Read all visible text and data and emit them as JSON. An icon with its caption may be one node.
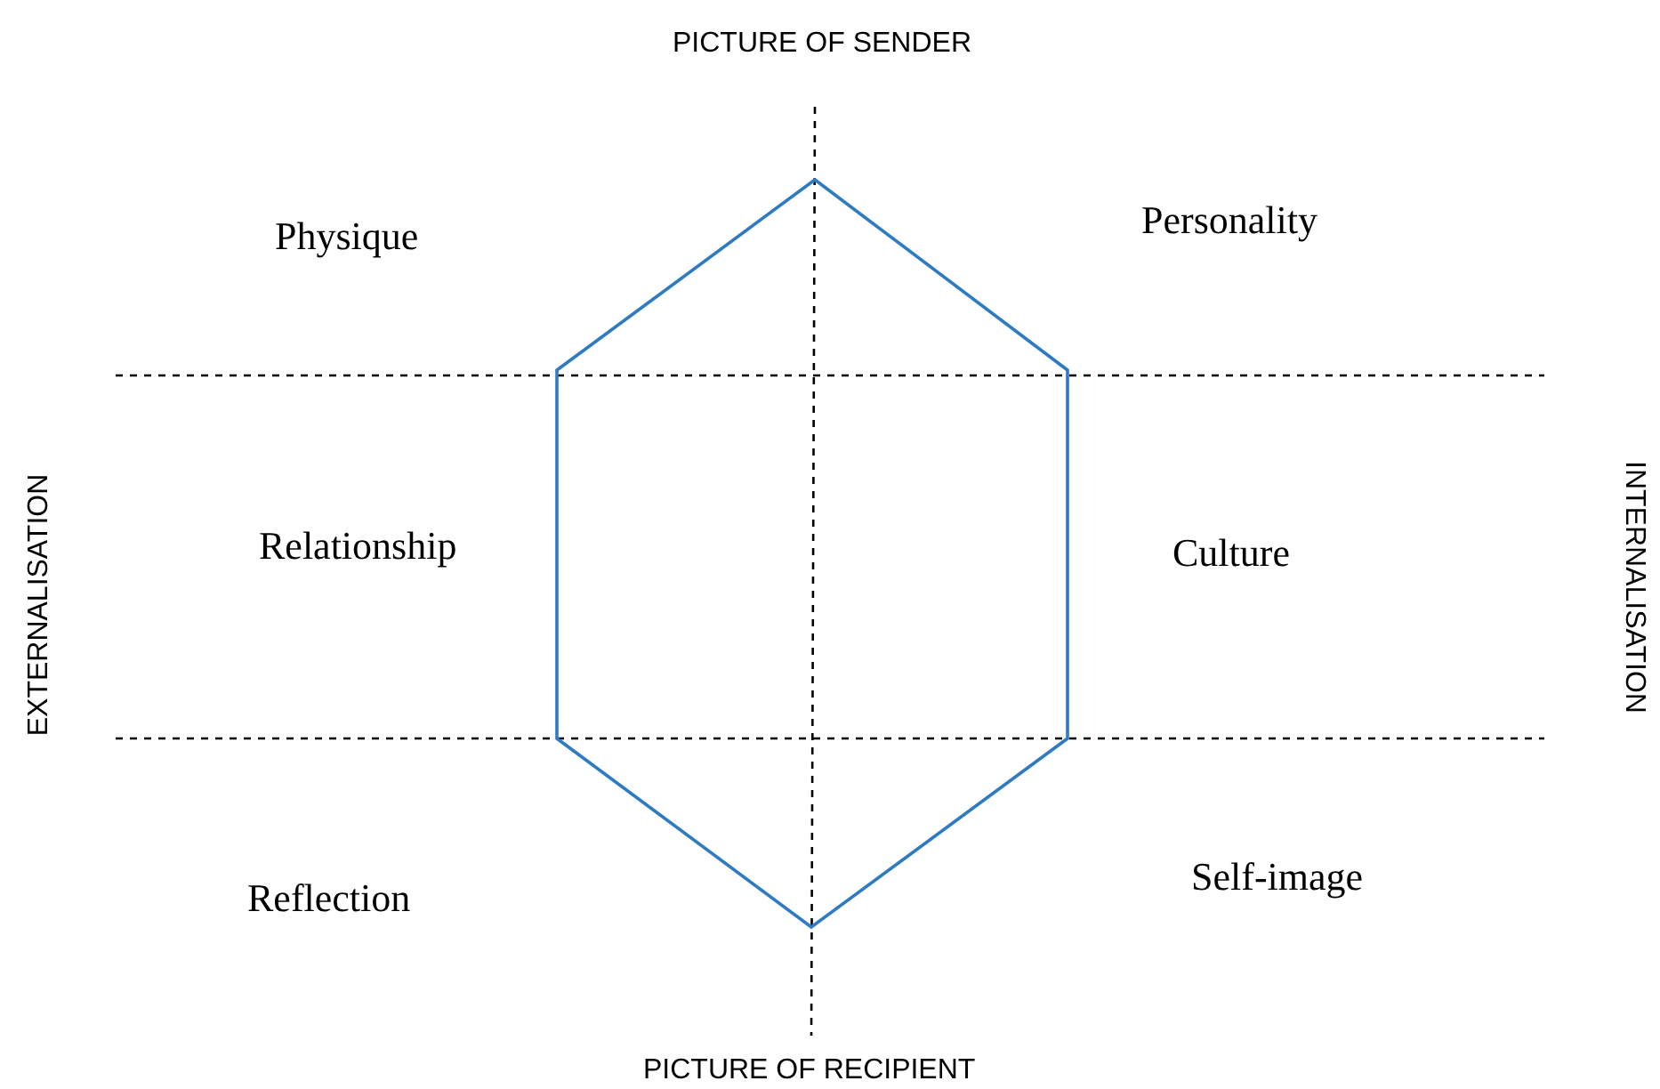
{
  "diagram": {
    "labels": [
      "PICTURE OF SENDER",
      "Physique",
      "Personality",
      "EXTERNALISATION",
      "Relationship",
      "Culture",
      "INTERNALISATION",
      "Reflection",
      "Self-image",
      "PICTURE OF RECIPIENT"
    ]
  }
}
